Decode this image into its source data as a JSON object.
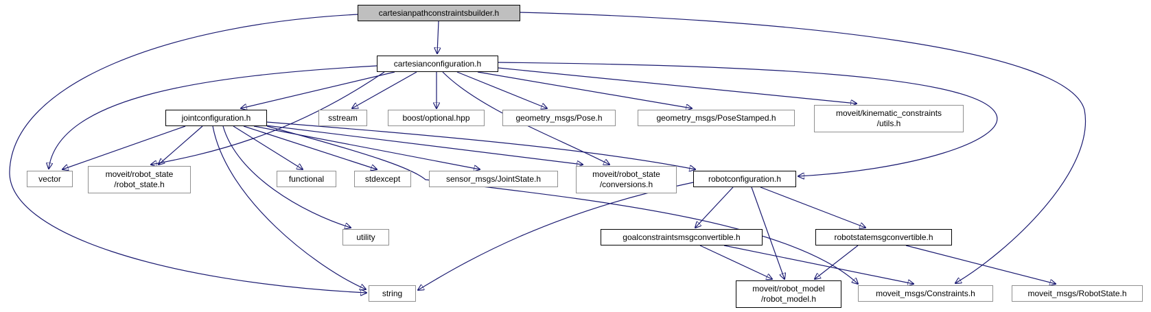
{
  "graph": {
    "type": "include-dependency-graph",
    "nodes": [
      {
        "id": "builder",
        "label": "cartesianpathconstraintsbuilder.h",
        "type": "current"
      },
      {
        "id": "cartesianconfiguration",
        "label": "cartesianconfiguration.h",
        "type": "internal"
      },
      {
        "id": "jointconfiguration",
        "label": "jointconfiguration.h",
        "type": "internal"
      },
      {
        "id": "sstream",
        "label": "sstream",
        "type": "external"
      },
      {
        "id": "boost_optional",
        "label": "boost/optional.hpp",
        "type": "external"
      },
      {
        "id": "pose",
        "label": "geometry_msgs/Pose.h",
        "type": "external"
      },
      {
        "id": "posestamped",
        "label": "geometry_msgs/PoseStamped.h",
        "type": "external"
      },
      {
        "id": "kinematic_utils",
        "label": "moveit/kinematic_constraints\n/utils.h",
        "type": "external"
      },
      {
        "id": "vector",
        "label": "vector",
        "type": "external"
      },
      {
        "id": "robot_state",
        "label": "moveit/robot_state\n/robot_state.h",
        "type": "external"
      },
      {
        "id": "functional",
        "label": "functional",
        "type": "external"
      },
      {
        "id": "stdexcept",
        "label": "stdexcept",
        "type": "external"
      },
      {
        "id": "jointstate",
        "label": "sensor_msgs/JointState.h",
        "type": "external"
      },
      {
        "id": "conversions",
        "label": "moveit/robot_state\n/conversions.h",
        "type": "external"
      },
      {
        "id": "robotconfiguration",
        "label": "robotconfiguration.h",
        "type": "internal"
      },
      {
        "id": "utility",
        "label": "utility",
        "type": "external"
      },
      {
        "id": "goalconstraints",
        "label": "goalconstraintsmsgconvertible.h",
        "type": "internal"
      },
      {
        "id": "statemsgconv",
        "label": "robotstatemsgconvertible.h",
        "type": "internal"
      },
      {
        "id": "string",
        "label": "string",
        "type": "external"
      },
      {
        "id": "robot_model",
        "label": "moveit/robot_model\n/robot_model.h",
        "type": "internal"
      },
      {
        "id": "constraints_msg",
        "label": "moveit_msgs/Constraints.h",
        "type": "external"
      },
      {
        "id": "robotstate_msg",
        "label": "moveit_msgs/RobotState.h",
        "type": "external"
      }
    ],
    "edges": [
      [
        "builder",
        "cartesianconfiguration"
      ],
      [
        "builder",
        "string"
      ],
      [
        "builder",
        "constraints_msg"
      ],
      [
        "cartesianconfiguration",
        "jointconfiguration"
      ],
      [
        "cartesianconfiguration",
        "sstream"
      ],
      [
        "cartesianconfiguration",
        "boost_optional"
      ],
      [
        "cartesianconfiguration",
        "pose"
      ],
      [
        "cartesianconfiguration",
        "posestamped"
      ],
      [
        "cartesianconfiguration",
        "kinematic_utils"
      ],
      [
        "cartesianconfiguration",
        "vector"
      ],
      [
        "cartesianconfiguration",
        "robot_state"
      ],
      [
        "cartesianconfiguration",
        "conversions"
      ],
      [
        "cartesianconfiguration",
        "robotconfiguration"
      ],
      [
        "jointconfiguration",
        "vector"
      ],
      [
        "jointconfiguration",
        "robot_state"
      ],
      [
        "jointconfiguration",
        "functional"
      ],
      [
        "jointconfiguration",
        "stdexcept"
      ],
      [
        "jointconfiguration",
        "jointstate"
      ],
      [
        "jointconfiguration",
        "conversions"
      ],
      [
        "jointconfiguration",
        "robotconfiguration"
      ],
      [
        "jointconfiguration",
        "utility"
      ],
      [
        "jointconfiguration",
        "string"
      ],
      [
        "jointconfiguration",
        "constraints_msg"
      ],
      [
        "robotconfiguration",
        "goalconstraints"
      ],
      [
        "robotconfiguration",
        "statemsgconv"
      ],
      [
        "robotconfiguration",
        "robot_model"
      ],
      [
        "robotconfiguration",
        "string"
      ],
      [
        "goalconstraints",
        "constraints_msg"
      ],
      [
        "goalconstraints",
        "robot_model"
      ],
      [
        "statemsgconv",
        "robot_model"
      ],
      [
        "statemsgconv",
        "robotstate_msg"
      ]
    ]
  },
  "style": {
    "edge_color": "#191970",
    "current_node_fill": "#bfbfbf",
    "internal_border": "#000000",
    "external_border": "#8f8f8f",
    "background": "#ffffff"
  }
}
